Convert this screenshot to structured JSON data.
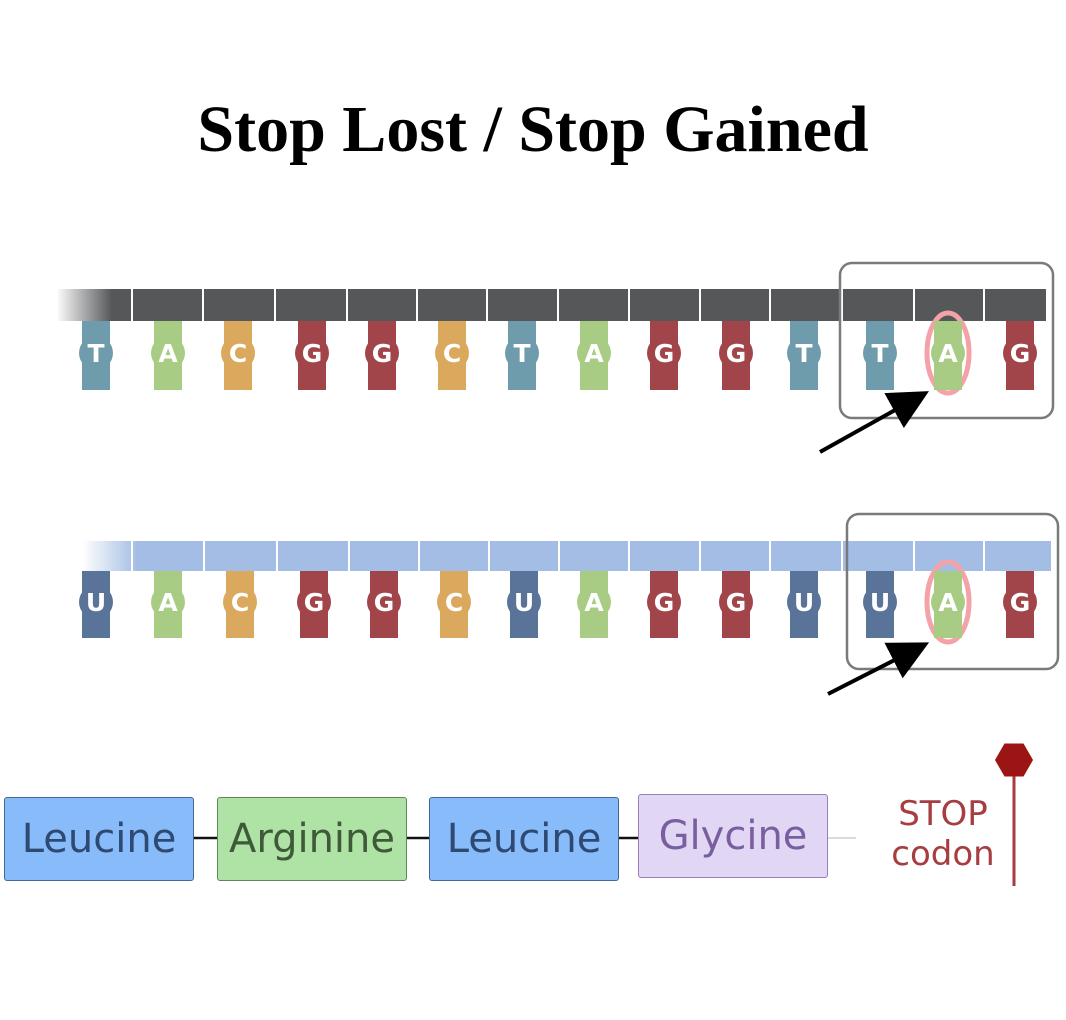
{
  "title": "Stop Lost / Stop Gained",
  "dna": {
    "bases": [
      "T",
      "A",
      "C",
      "G",
      "G",
      "C",
      "T",
      "A",
      "G",
      "G",
      "T",
      "T",
      "A",
      "G"
    ],
    "mutated_index": 12
  },
  "rna": {
    "bases": [
      "U",
      "A",
      "C",
      "G",
      "G",
      "C",
      "U",
      "A",
      "G",
      "G",
      "U",
      "U",
      "A",
      "G"
    ],
    "mutated_index": 12
  },
  "colors": {
    "T": "#6f9cad",
    "U": "#5a7398",
    "A": "#a9cc85",
    "C": "#daa95e",
    "G": "#a2454a",
    "dna_backbone": "#555759",
    "rna_backbone": "#a3bde4",
    "mutation_halo": "#f3a2a8",
    "stop": "#a63d40",
    "stop_sign": "#9c1515"
  },
  "protein": {
    "amino_acids": [
      {
        "label": "Leucine",
        "bg": "#88bbf9",
        "border": "#47688e",
        "text": "#2e4a73"
      },
      {
        "label": "Arginine",
        "bg": "#aee3a5",
        "border": "#5d8755",
        "text": "#3e5a39"
      },
      {
        "label": "Leucine",
        "bg": "#88bbf9",
        "border": "#47688e",
        "text": "#2e4a73"
      },
      {
        "label": "Glycine",
        "bg": "#e1d6f4",
        "border": "#9b7cbf",
        "text": "#7a5fa0"
      }
    ],
    "stop_line1": "STOP",
    "stop_line2": "codon",
    "stop_icon": "stop-sign-icon"
  }
}
